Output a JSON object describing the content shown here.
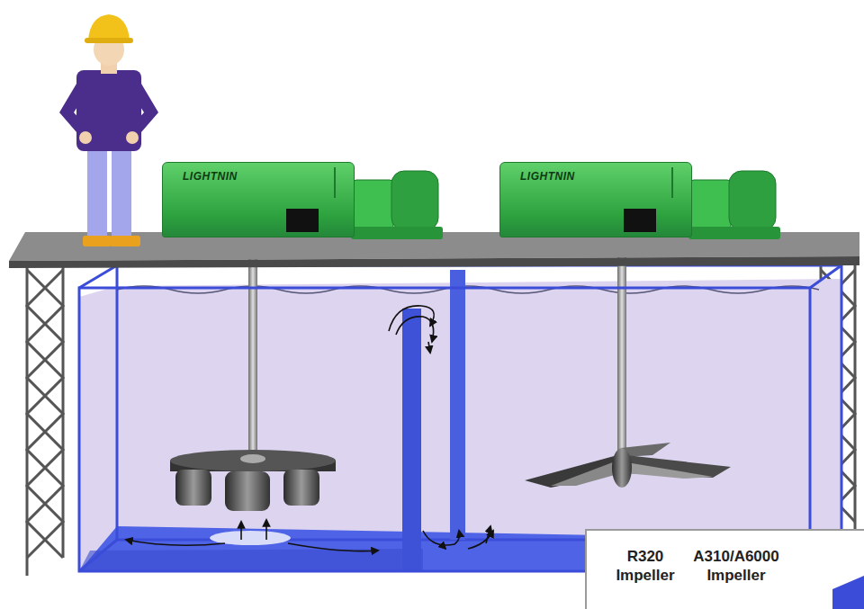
{
  "diagram": {
    "nodes": [
      {
        "text": [
          "LIGHTNIN"
        ]
      },
      {
        "text": [
          "LIGHTNIN"
        ]
      },
      {
        "text": [
          "R320 Impeller",
          "A310/A6000 Impeller"
        ]
      }
    ]
  }
}
